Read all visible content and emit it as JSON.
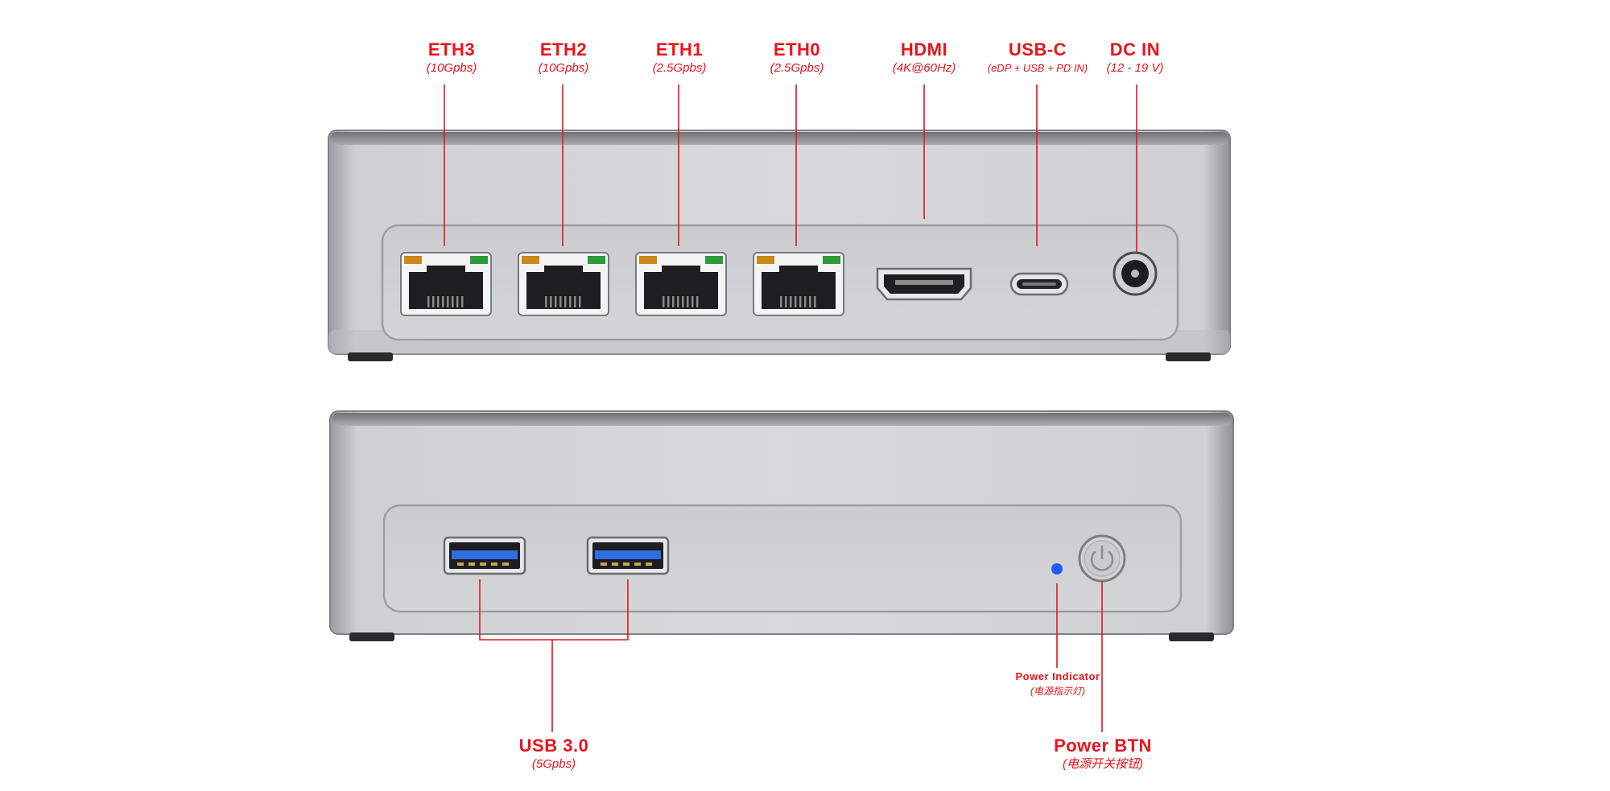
{
  "colors": {
    "callout": "#e8141c",
    "chassis": "#c9cacc",
    "chassis_dark": "#8e9094",
    "feet": "#2a2a2c",
    "led_blue": "#1e5cff",
    "usb_blue": "#2f6ee0",
    "rj45_led_orange": "#c98a1a",
    "rj45_led_green": "#2f9a3a"
  },
  "rear_panel": {
    "ports": [
      {
        "name": "ETH3",
        "spec": "(10Gpbs)",
        "icon": "rj45-port"
      },
      {
        "name": "ETH2",
        "spec": "(10Gpbs)",
        "icon": "rj45-port"
      },
      {
        "name": "ETH1",
        "spec": "(2.5Gpbs)",
        "icon": "rj45-port"
      },
      {
        "name": "ETH0",
        "spec": "(2.5Gpbs)",
        "icon": "rj45-port"
      },
      {
        "name": "HDMI",
        "spec": "(4K@60Hz)",
        "icon": "hdmi-port"
      },
      {
        "name": "USB-C",
        "spec": "(eDP + USB + PD IN)",
        "icon": "usb-c-port"
      },
      {
        "name": "DC IN",
        "spec": "(12 - 19 V)",
        "icon": "dc-jack"
      }
    ]
  },
  "front_panel": {
    "usb": {
      "name": "USB 3.0",
      "spec": "(5Gpbs)",
      "icon": "usb-a-port"
    },
    "power_indicator": {
      "name": "Power Indicator",
      "spec": "(电源指示灯)",
      "icon": "led-indicator"
    },
    "power_button": {
      "name": "Power BTN",
      "spec": "(电源开关按钮)",
      "icon": "power-icon"
    }
  }
}
